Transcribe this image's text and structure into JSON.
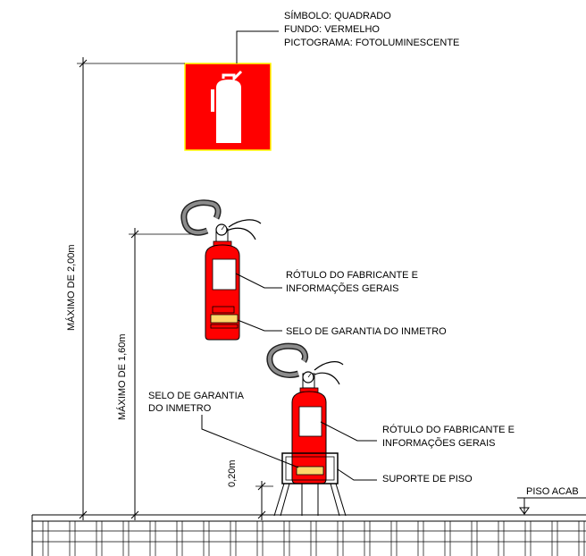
{
  "sign": {
    "line1": "SÍMBOLO: QUADRADO",
    "line2": "FUNDO: VERMELHO",
    "line3": "PICTOGRAMA: FOTOLUMINESCENTE",
    "icon": "fire-extinguisher-pictogram",
    "background_color": "#ff0000",
    "pictogram_color": "#ffff00"
  },
  "dimensions": {
    "max_200": "MÁXIMO DE 2,00m",
    "max_160": "MÁXIMO DE 1,60m",
    "d_020": "0,20m"
  },
  "wall_extinguisher": {
    "label_line1": "RÓTULO DO FABRICANTE E",
    "label_line2": "INFORMAÇÕES GERAIS",
    "seal": "SELO DE GARANTIA DO INMETRO"
  },
  "floor_extinguisher": {
    "seal_line1": "SELO DE GARANTIA",
    "seal_line2": "DO INMETRO",
    "label_line1": "RÓTULO DO FABRICANTE E",
    "label_line2": "INFORMAÇÕES GERAIS",
    "stand": "SUPORTE DE PISO"
  },
  "floor": {
    "label": "PISO ACAB"
  },
  "colors": {
    "extinguisher_body": "#ff0000",
    "extinguisher_dark": "#c00000",
    "seal_yellow": "#ffd76a",
    "hose_gray": "#8c8c8c"
  }
}
